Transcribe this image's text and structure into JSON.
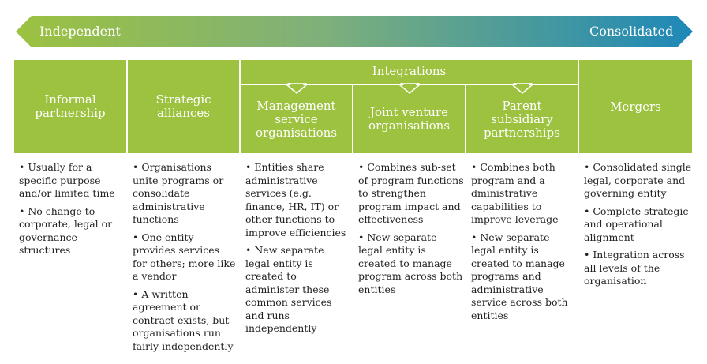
{
  "scale": {
    "left_label": "Independent",
    "right_label": "Consolidated",
    "colors": {
      "start": "#9cc240",
      "end": "#1e88b8"
    }
  },
  "integrations_label": "Integrations",
  "columns": [
    {
      "title": "Informal partnership",
      "bullets": [
        "Usually for a specific purpose and/or limited time",
        "No change to corporate, legal or governance structures"
      ]
    },
    {
      "title": "Strategic alliances",
      "bullets": [
        "Organisations unite programs or consolidate administrative functions",
        "One entity provides services for others; more like a vendor",
        "A written agreement or contract exists, but organisations run fairly independently"
      ]
    },
    {
      "title": "Management service organisations",
      "bullets": [
        "Entities share administrative services (e.g. finance, HR, IT) or other functions to improve efficiencies",
        "New separate legal entity is created to administer these common services and runs independently"
      ]
    },
    {
      "title": "Joint venture organisations",
      "bullets": [
        "Combines sub-set of program functions to strengthen program impact and effectiveness",
        "New separate legal entity is created to manage program across both entities"
      ]
    },
    {
      "title": "Parent subsidiary partnerships",
      "bullets": [
        "Combines both program and a dministrative capabilities to improve leverage",
        "New separate legal entity is created to manage programs and administrative service across both entities"
      ]
    },
    {
      "title": "Mergers",
      "bullets": [
        "Consolidated single legal, corporate and governing entity",
        "Complete strategic and operational alignment",
        "Integration across all levels of the organisation"
      ]
    }
  ]
}
